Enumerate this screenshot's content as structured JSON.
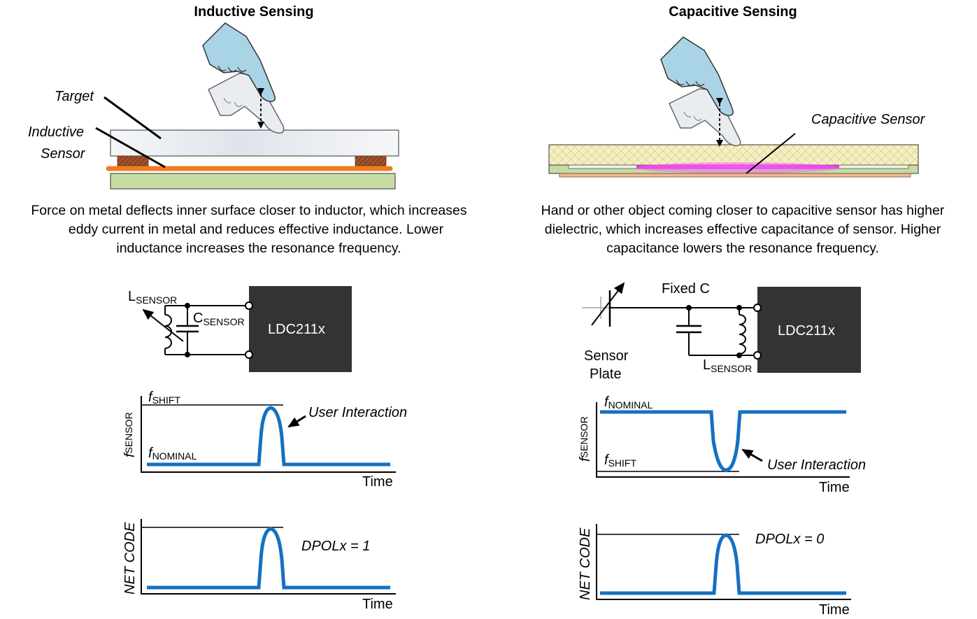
{
  "left": {
    "title": "Inductive Sensing",
    "label_target": "Target",
    "label_inductive_line1": "Inductive",
    "label_inductive_line2": "Sensor",
    "caption_line1": "Force on metal deflects inner surface closer to inductor, which increases",
    "caption_line2": "eddy current in metal and reduces effective inductance. Lower",
    "caption_line3": "inductance increases the resonance frequency.",
    "circuit": {
      "l_main": "L",
      "l_sub": "SENSOR",
      "c_main": "C",
      "c_sub": "SENSOR",
      "chip": "LDC211x"
    },
    "freq_plot": {
      "y_main": "f",
      "y_sub": "SENSOR",
      "shift_main": "f",
      "shift_sub": "SHIFT",
      "nominal_main": "f",
      "nominal_sub": "NOMINAL",
      "annotation": "User Interaction",
      "xlabel": "Time"
    },
    "code_plot": {
      "ylabel": "NET CODE",
      "annotation": "DPOLx = 1",
      "xlabel": "Time"
    }
  },
  "right": {
    "title": "Capacitive Sensing",
    "label_capsensor": "Capacitive Sensor",
    "caption_line1": "Hand or other object coming closer to capacitive sensor has higher",
    "caption_line2": "dielectric, which increases effective capacitance of sensor. Higher",
    "caption_line3": "capacitance lowers the resonance frequency.",
    "circuit": {
      "fixed_c": "Fixed C",
      "plate_line1": "Sensor",
      "plate_line2": "Plate",
      "l_main": "L",
      "l_sub": "SENSOR",
      "chip": "LDC211x"
    },
    "freq_plot": {
      "y_main": "f",
      "y_sub": "SENSOR",
      "nominal_main": "f",
      "nominal_sub": "NOMINAL",
      "shift_main": "f",
      "shift_sub": "SHIFT",
      "annotation": "User Interaction",
      "xlabel": "Time"
    },
    "code_plot": {
      "ylabel": "NET CODE",
      "annotation": "DPOLx = 0",
      "xlabel": "Time"
    }
  },
  "colors": {
    "signal": "#1570c0",
    "chip": "#333333",
    "finger_front": "#a9d4e6",
    "finger_back": "#e9ecf1",
    "coil": "#a0522d",
    "trace": "#f07b1e",
    "pcb": "#c6dca4",
    "sensor_pad": "#e040e0",
    "overlay": "#f7efc2"
  }
}
